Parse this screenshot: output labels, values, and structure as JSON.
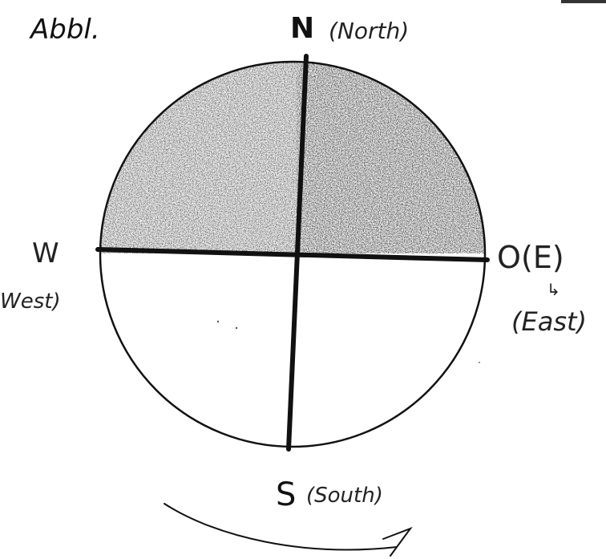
{
  "figure_label": "Abbl.",
  "north": {
    "letter": "N",
    "gloss": "(North)"
  },
  "south": {
    "letter": "S",
    "gloss": "(South)"
  },
  "west": {
    "letter": "W",
    "gloss": "West)"
  },
  "east": {
    "letter": "O",
    "alt": "(E)",
    "arrow": "↳",
    "gloss": "(East)"
  },
  "colors": {
    "ink": "#111111",
    "shading": "#2b2b2b",
    "paper": "#ffffff"
  }
}
